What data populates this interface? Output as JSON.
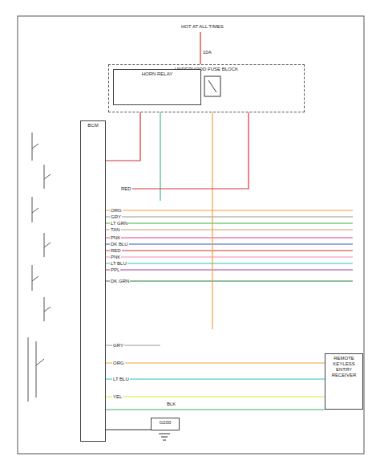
{
  "diagram": {
    "nodes": [
      {
        "text": [
          "UNDERHOOD FUSE BLOCK"
        ]
      },
      {
        "text": [
          "HORN RELAY"
        ],
        "in": 0
      },
      {
        "text": [
          "BCM"
        ]
      },
      {
        "text": [
          "G200"
        ]
      },
      {
        "text": [
          "REMOTE KEYLESS ENTRY RECEIVER"
        ]
      }
    ],
    "edges": [
      {
        "from": 0,
        "to": 2,
        "arrow": "none"
      },
      {
        "from": 2,
        "to": 3,
        "arrow": "none"
      },
      {
        "from": 2,
        "to": 4,
        "arrow": "none"
      }
    ],
    "labels": [
      "HOT AT ALL TIMES",
      "10A",
      "ORG",
      "GRY",
      "LT GRN",
      "TAN",
      "PNK",
      "DK BLU",
      "RED",
      "PNK",
      "LT BLU",
      "PPL",
      "DK GRN",
      "GRY",
      "ORG",
      "LT BLU",
      "YEL",
      "BLK",
      "RED"
    ]
  }
}
